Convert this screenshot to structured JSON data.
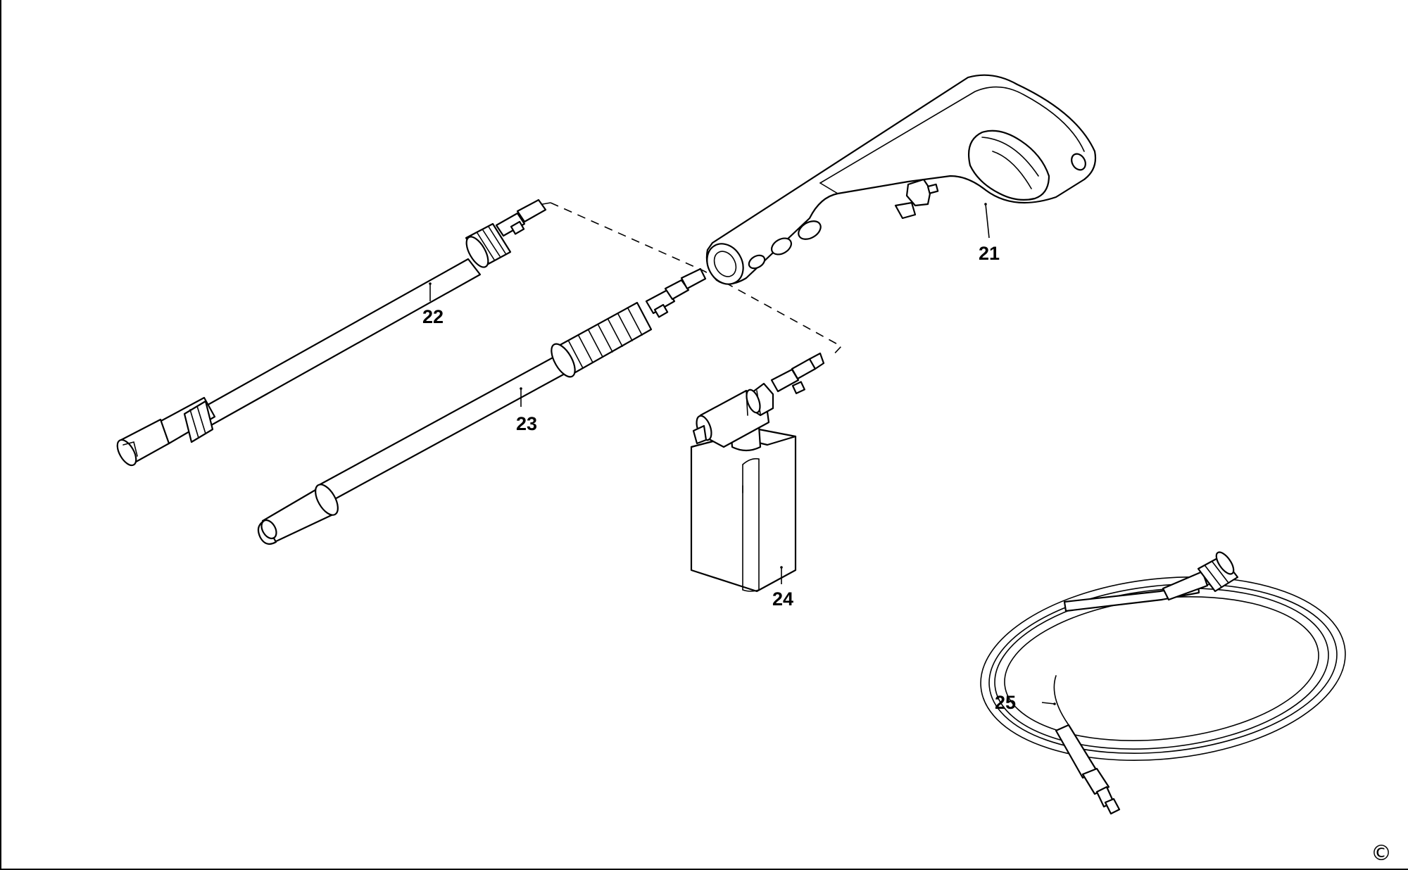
{
  "parts": {
    "p21": {
      "number": "21",
      "component": "trigger-gun-handle"
    },
    "p22": {
      "number": "22",
      "component": "variable-spray-lance"
    },
    "p23": {
      "number": "23",
      "component": "turbo-rotary-lance"
    },
    "p24": {
      "number": "24",
      "component": "detergent-bottle"
    },
    "p25": {
      "number": "25",
      "component": "high-pressure-hose"
    }
  },
  "copyright_symbol": "©",
  "colors": {
    "line": "#000000",
    "background": "#ffffff"
  }
}
